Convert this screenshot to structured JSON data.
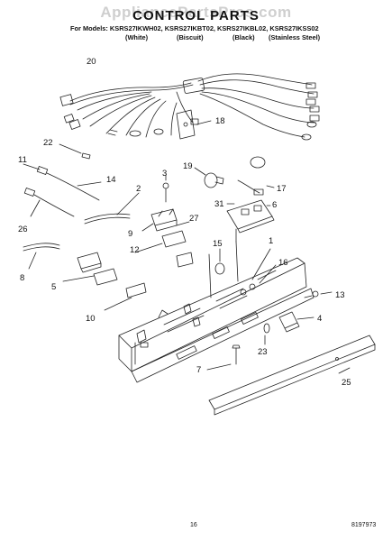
{
  "watermark": "AppliancePartsPros.com",
  "title": "CONTROL PARTS",
  "models_line": "For Models: KSRS27IKWH02, KSRS27IKBT02, KSRS27IKBL02, KSRS27IKSS02",
  "variants": [
    "(White)",
    "(Biscuit)",
    "(Black)",
    "(Stainless Steel)"
  ],
  "callouts": [
    "20",
    "18",
    "22",
    "11",
    "3",
    "19",
    "17",
    "14",
    "2",
    "31",
    "6",
    "26",
    "9",
    "27",
    "12",
    "15",
    "1",
    "8",
    "16",
    "5",
    "13",
    "10",
    "4",
    "23",
    "7",
    "25"
  ],
  "page_number": "16",
  "doc_number": "8197973",
  "colors": {
    "line": "#222222",
    "watermark": "#cfcfcf"
  }
}
